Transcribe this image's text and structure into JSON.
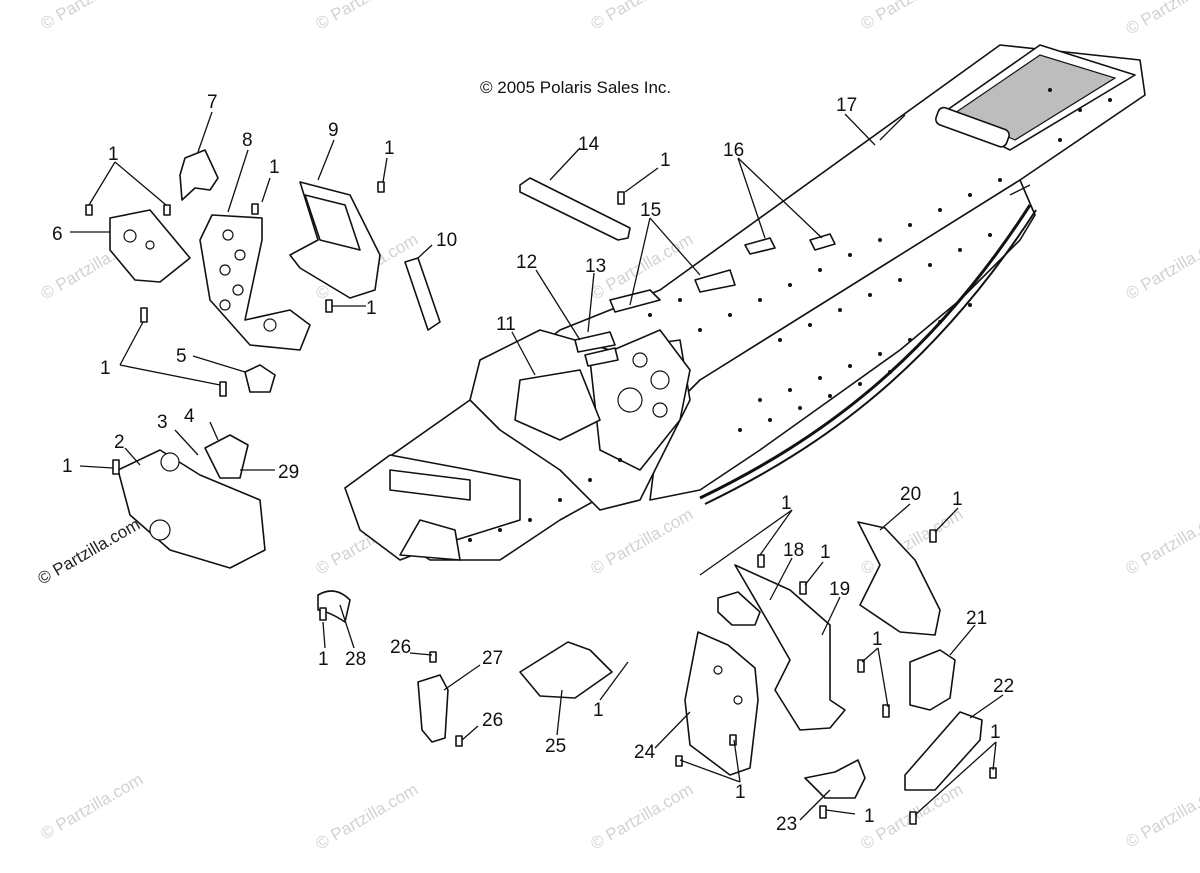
{
  "copyright": "© 2005 Polaris Sales Inc.",
  "watermark": "© Partzilla.com",
  "watermark_corner": "© Partzilla.com",
  "labels": {
    "l1a": "1",
    "l1b": "1",
    "l1c": "1",
    "l1d": "1",
    "l1e": "1",
    "l1f": "1",
    "l1g": "1",
    "l1h": "1",
    "l1i": "1",
    "l1j": "1",
    "l1k": "1",
    "l1l": "1",
    "l1m": "1",
    "l1n": "1",
    "l1o": "1",
    "l1p": "1",
    "l2": "2",
    "l3": "3",
    "l4": "4",
    "l5": "5",
    "l6": "6",
    "l7": "7",
    "l8": "8",
    "l9": "9",
    "l10": "10",
    "l11": "11",
    "l12": "12",
    "l13": "13",
    "l14": "14",
    "l15": "15",
    "l16": "16",
    "l17": "17",
    "l18": "18",
    "l19": "19",
    "l20": "20",
    "l21": "21",
    "l22": "22",
    "l23": "23",
    "l24": "24",
    "l25": "25",
    "l26a": "26",
    "l26b": "26",
    "l27": "27",
    "l28": "28",
    "l29": "29"
  }
}
